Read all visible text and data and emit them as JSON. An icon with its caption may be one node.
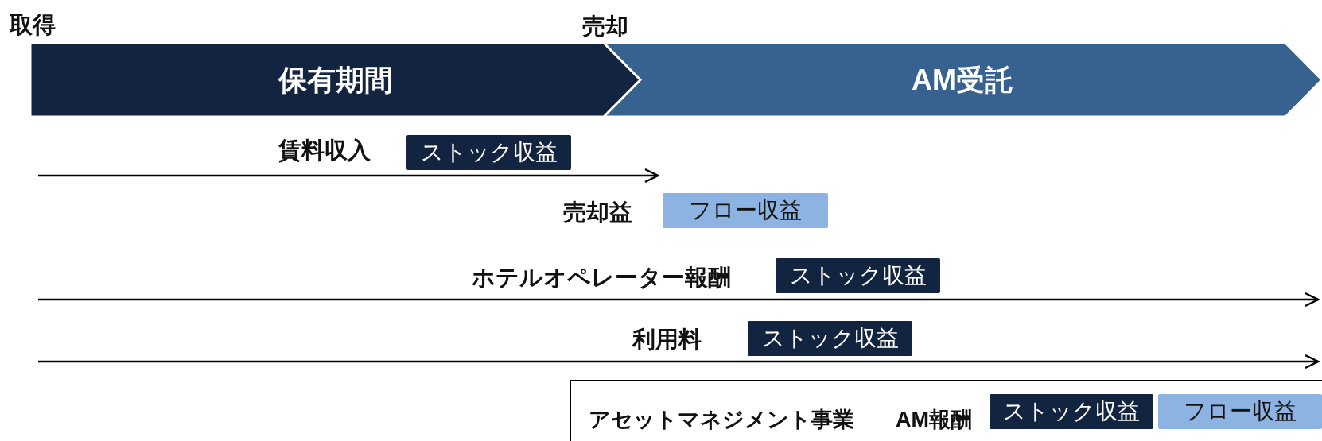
{
  "diagram": {
    "nodes": [
      {
        "text": [
          "保有期間"
        ]
      },
      {
        "text": [
          "AM受託"
        ]
      },
      {
        "text": [
          "ストック収益"
        ]
      },
      {
        "text": [
          "フロー収益"
        ]
      },
      {
        "text": [
          "ストック収益"
        ]
      },
      {
        "text": [
          "ストック収益"
        ]
      },
      {
        "text": [
          "アセットマネジメント事業",
          "AM報酬"
        ]
      },
      {
        "text": [
          "ストック収益"
        ],
        "in": 6
      },
      {
        "text": [
          "フロー収益"
        ],
        "in": 6
      }
    ],
    "labels": [
      "取得",
      "売却",
      "賃料収入",
      "売却益",
      "ホテルオペレーター報酬",
      "利用料"
    ]
  }
}
